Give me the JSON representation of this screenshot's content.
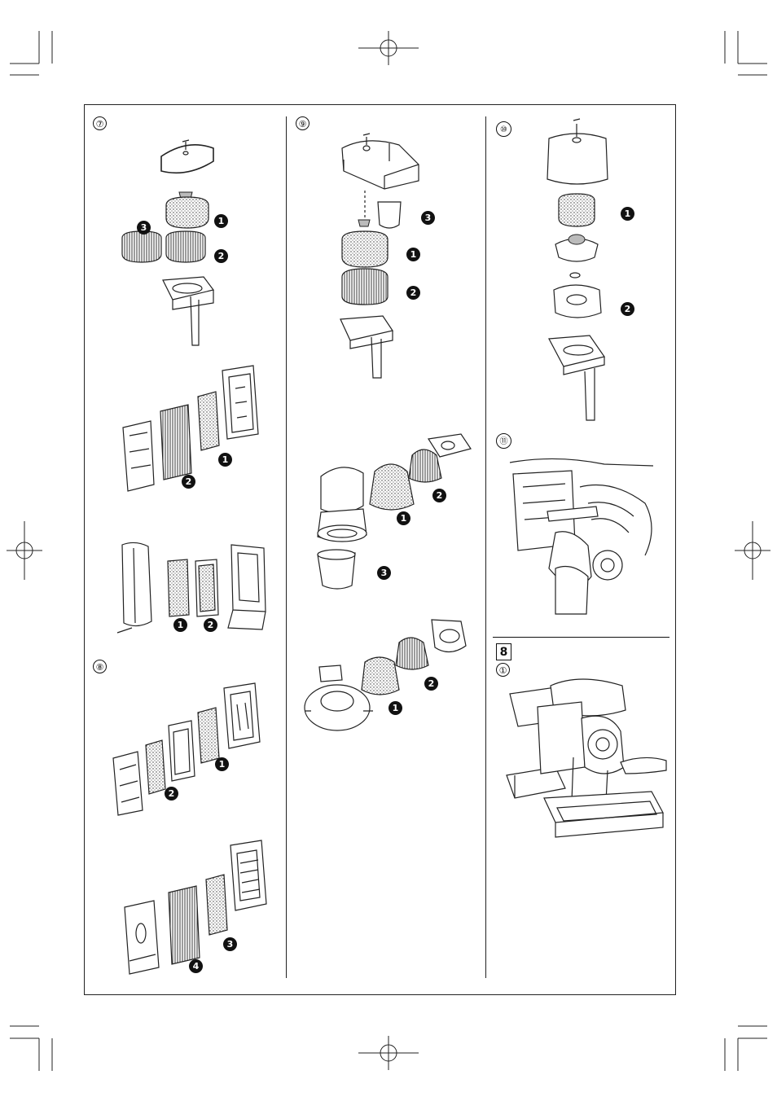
{
  "sections": {
    "s7": {
      "label": "⑦"
    },
    "s8": {
      "label": "⑧"
    },
    "s9": {
      "label": "⑨"
    },
    "s10": {
      "label": "⑩"
    },
    "s11": {
      "label": "⑪"
    },
    "box8": {
      "label": "8",
      "sub": "①"
    }
  },
  "callouts": {
    "c1": "1",
    "c2": "2",
    "c3": "3",
    "c4": "4"
  }
}
